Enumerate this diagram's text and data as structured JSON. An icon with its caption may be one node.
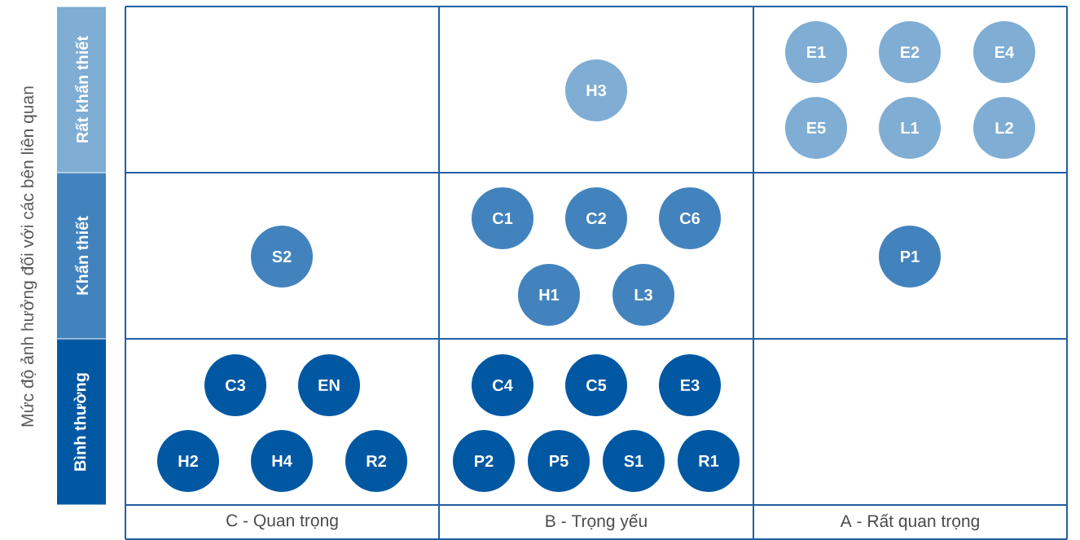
{
  "diagram": {
    "nodes": [
      {
        "text": [
          "Rất khẩn thiết"
        ]
      },
      {
        "text": [
          "Khẩn thiết"
        ]
      },
      {
        "text": [
          "Bình thường"
        ]
      },
      {
        "text": [
          "H3"
        ]
      },
      {
        "text": [
          "E1"
        ]
      },
      {
        "text": [
          "E2"
        ]
      },
      {
        "text": [
          "E4"
        ]
      },
      {
        "text": [
          "E5"
        ]
      },
      {
        "text": [
          "L1"
        ]
      },
      {
        "text": [
          "L2"
        ]
      },
      {
        "text": [
          "C1"
        ]
      },
      {
        "text": [
          "C2"
        ]
      },
      {
        "text": [
          "C6"
        ]
      },
      {
        "text": [
          "S2"
        ]
      },
      {
        "text": [
          "P1"
        ]
      },
      {
        "text": [
          "H1"
        ]
      },
      {
        "text": [
          "L3"
        ]
      },
      {
        "text": [
          "C3"
        ]
      },
      {
        "text": [
          "EN"
        ]
      },
      {
        "text": [
          "C4"
        ]
      },
      {
        "text": [
          "C5"
        ]
      },
      {
        "text": [
          "E3"
        ]
      },
      {
        "text": [
          "H2"
        ]
      },
      {
        "text": [
          "H4"
        ]
      },
      {
        "text": [
          "R2"
        ]
      },
      {
        "text": [
          "P2"
        ]
      },
      {
        "text": [
          "P5"
        ]
      },
      {
        "text": [
          "S1"
        ]
      },
      {
        "text": [
          "R1"
        ]
      },
      {
        "text": [
          "C - Quan trọng"
        ]
      },
      {
        "text": [
          "B - Trọng yếu"
        ]
      },
      {
        "text": [
          "A - Rất quan trọng"
        ]
      }
    ],
    "labels": [
      "Mức độ ảnh hưởng đối với các bên liên quan"
    ]
  }
}
